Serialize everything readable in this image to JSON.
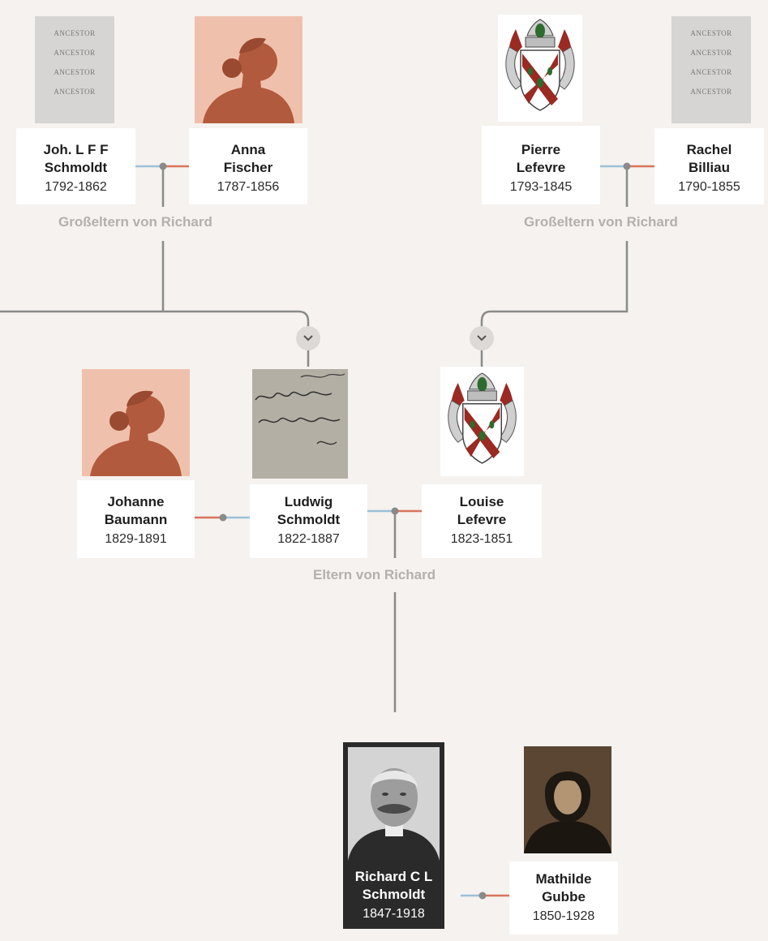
{
  "colors": {
    "background": "#f5f2ef",
    "line_gray": "#8a8a8a",
    "paternal_blue": "#9cc0d9",
    "maternal_red": "#d9735a",
    "label_gray": "#b3b0ad"
  },
  "placeholder_text": [
    "ANCESTOR",
    "ANCESTOR",
    "ANCESTOR",
    "ANCESTOR"
  ],
  "group_labels": {
    "paternal_grandparents": "Großeltern von Richard",
    "maternal_grandparents": "Großeltern von Richard",
    "parents": "Eltern von Richard"
  },
  "persons": {
    "joh": {
      "name1": "Joh. L F F",
      "name2": "Schmoldt",
      "years": "1792-1862",
      "image": "ancestor-placeholder"
    },
    "anna": {
      "name1": "Anna",
      "name2": "Fischer",
      "years": "1787-1856",
      "image": "female-silhouette"
    },
    "pierre": {
      "name1": "Pierre",
      "name2": "Lefevre",
      "years": "1793-1845",
      "image": "coat-of-arms"
    },
    "rachel": {
      "name1": "Rachel",
      "name2": "Billiau",
      "years": "1790-1855",
      "image": "ancestor-placeholder"
    },
    "johanne": {
      "name1": "Johanne",
      "name2": "Baumann",
      "years": "1829-1891",
      "image": "female-silhouette"
    },
    "ludwig": {
      "name1": "Ludwig",
      "name2": "Schmoldt",
      "years": "1822-1887",
      "image": "handwritten-document"
    },
    "louise": {
      "name1": "Louise",
      "name2": "Lefevre",
      "years": "1823-1851",
      "image": "coat-of-arms"
    },
    "richard": {
      "name1": "Richard C L",
      "name2": "Schmoldt",
      "years": "1847-1918",
      "image": "portrait-photo"
    },
    "mathilde": {
      "name1": "Mathilde",
      "name2": "Gubbe",
      "years": "1850-1928",
      "image": "portrait-photo"
    }
  }
}
